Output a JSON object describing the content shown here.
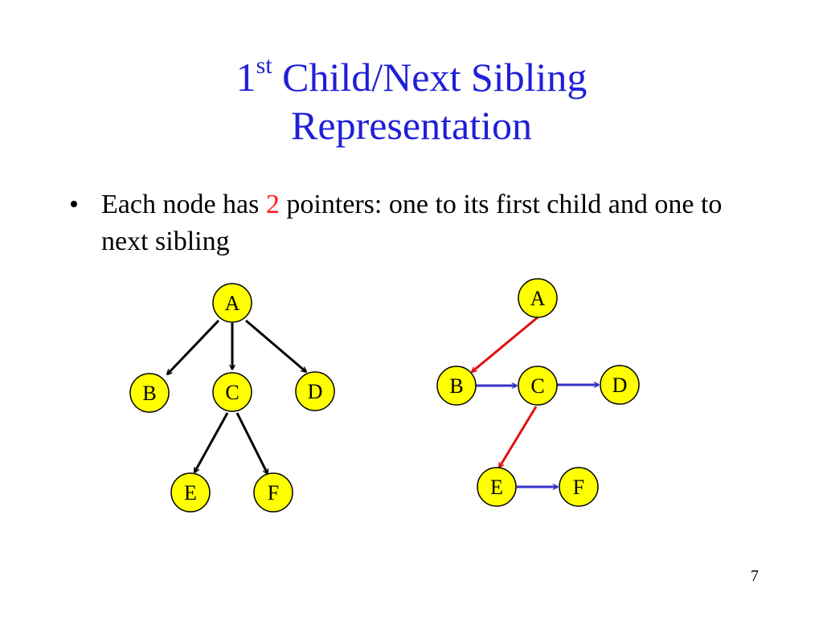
{
  "slide": {
    "title_number": "1",
    "title_superscript": "st",
    "title_line1_rest": " Child/Next Sibling",
    "title_line2": "Representation",
    "bullet_symbol": "•",
    "bullet_text_before": "Each node has ",
    "bullet_highlight": "2",
    "bullet_text_after": " pointers: one to its first child and one to next sibling",
    "page_number": "7"
  },
  "colors": {
    "title": "#1f1fd8",
    "highlight": "#ff1a1a",
    "node_fill": "#ffff00",
    "tree_edge": "#000000",
    "first_child_edge": "#e01010",
    "next_sibling_edge": "#3232c8"
  },
  "general_tree": {
    "nodes": [
      "A",
      "B",
      "C",
      "D",
      "E",
      "F"
    ],
    "edges": [
      {
        "from": "A",
        "to": "B"
      },
      {
        "from": "A",
        "to": "C"
      },
      {
        "from": "A",
        "to": "D"
      },
      {
        "from": "C",
        "to": "E"
      },
      {
        "from": "C",
        "to": "F"
      }
    ]
  },
  "child_sibling_tree": {
    "nodes": [
      "A",
      "B",
      "C",
      "D",
      "E",
      "F"
    ],
    "first_child_edges": [
      {
        "from": "A",
        "to": "B"
      },
      {
        "from": "C",
        "to": "E"
      }
    ],
    "next_sibling_edges": [
      {
        "from": "B",
        "to": "C"
      },
      {
        "from": "C",
        "to": "D"
      },
      {
        "from": "E",
        "to": "F"
      }
    ]
  }
}
